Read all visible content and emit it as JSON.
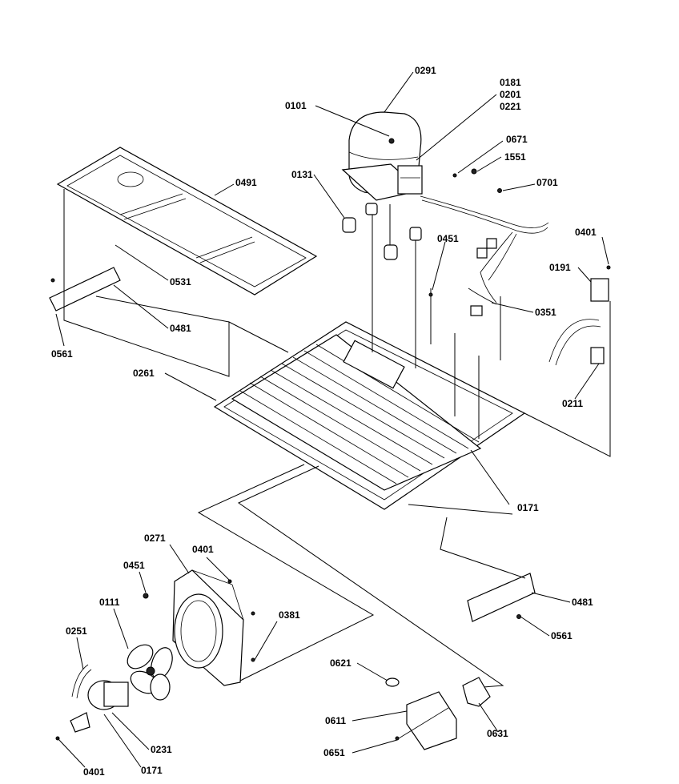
{
  "labels": {
    "l0291": "0291",
    "l0101": "0101",
    "l0181": "0181",
    "l0201": "0201",
    "l0221": "0221",
    "l0671": "0671",
    "l1551": "1551",
    "l0701": "0701",
    "l0131": "0131",
    "l0491": "0491",
    "l0451a": "0451",
    "l0401a": "0401",
    "l0191": "0191",
    "l0531": "0531",
    "l0351": "0351",
    "l0481a": "0481",
    "l0561a": "0561",
    "l0261": "0261",
    "l0211": "0211",
    "l0171a": "0171",
    "l0271": "0271",
    "l0401b": "0401",
    "l0451b": "0451",
    "l0111": "0111",
    "l0381": "0381",
    "l0251": "0251",
    "l0481b": "0481",
    "l0561b": "0561",
    "l0621": "0621",
    "l0611": "0611",
    "l0631": "0631",
    "l0651": "0651",
    "l0231": "0231",
    "l0401c": "0401",
    "l0171b": "0171"
  }
}
